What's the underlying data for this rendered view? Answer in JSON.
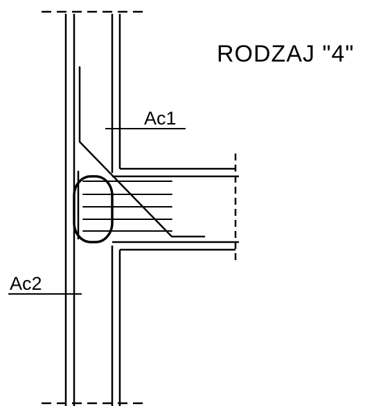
{
  "drawing": {
    "title": "RODZAJ \"4\"",
    "section_labels": {
      "ac1": "Ac1",
      "ac2": "Ac2"
    },
    "colors": {
      "line": "#000000",
      "background": "#ffffff"
    }
  }
}
